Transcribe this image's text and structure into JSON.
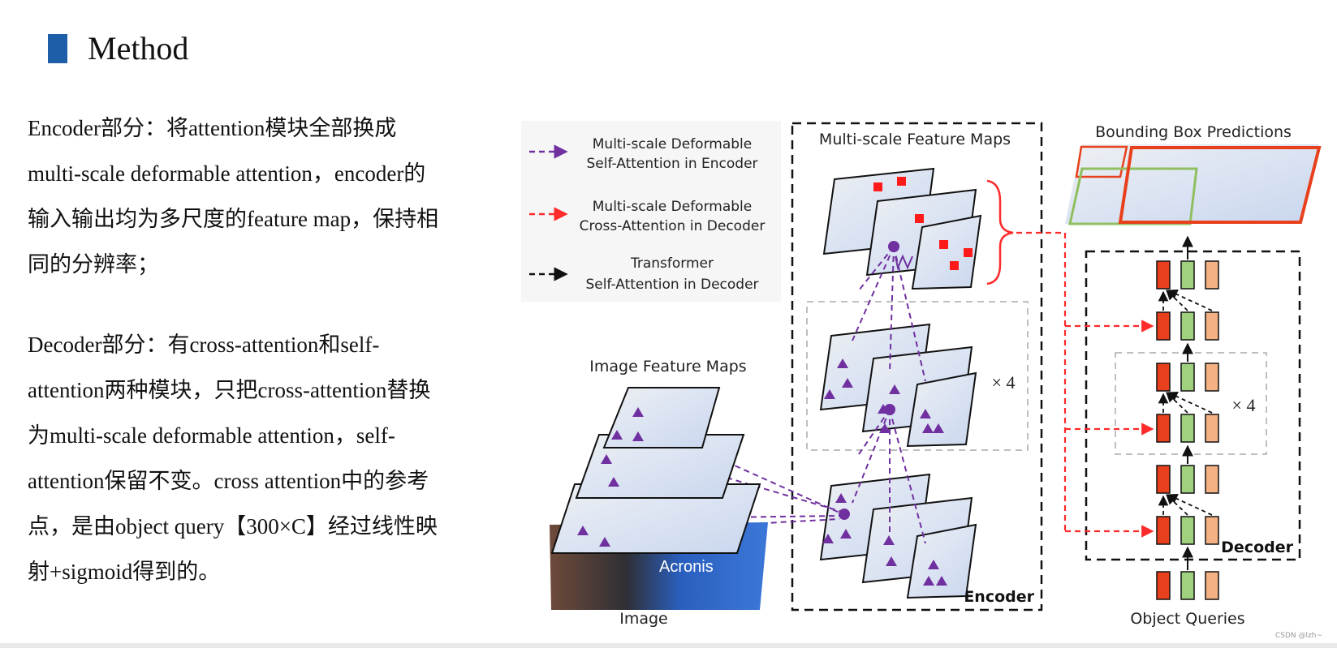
{
  "title": "Method",
  "encoder_paragraph": [
    "Encoder部分：将attention模块全部换成",
    "multi-scale deformable attention，encoder的",
    "输入输出均为多尺度的feature map，保持相",
    "同的分辨率；"
  ],
  "decoder_paragraph": [
    "Decoder部分：有cross-attention和self-",
    "attention两种模块，只把cross-attention替换",
    "为multi-scale deformable attention，self-",
    "attention保留不变。cross attention中的参考",
    "点，是由object query【300×C】经过线性映",
    "射+sigmoid得到的。"
  ],
  "legend": [
    {
      "lines": [
        "Multi-scale Deformable",
        "Self-Attention in Encoder"
      ],
      "color": "#7030a0"
    },
    {
      "lines": [
        "Multi-scale Deformable",
        "Cross-Attention in Decoder"
      ],
      "color": "#ff2a2a"
    },
    {
      "lines": [
        "Transformer",
        "Self-Attention in Decoder"
      ],
      "color": "#111111"
    }
  ],
  "labels": {
    "multi_scale_feature_maps": "Multi-scale Feature Maps",
    "bounding_box_predictions": "Bounding Box Predictions",
    "image_feature_maps": "Image Feature Maps",
    "image": "Image",
    "encoder": "Encoder",
    "decoder": "Decoder",
    "object_queries": "Object Queries",
    "repeat_encoder": "× 4",
    "repeat_decoder": "× 4",
    "photo_text": "Acronis"
  },
  "colors": {
    "accent": "#1e5ea8",
    "encoder_attention": "#7030a0",
    "decoder_cross_attention": "#ff2a2a",
    "decoder_self_attention": "#111111",
    "query_red": "#e8401c",
    "query_green": "#9fd17e",
    "query_orange": "#f4b183",
    "sample_point": "#ff1a1a"
  },
  "watermark": "CSDN @lzh~"
}
